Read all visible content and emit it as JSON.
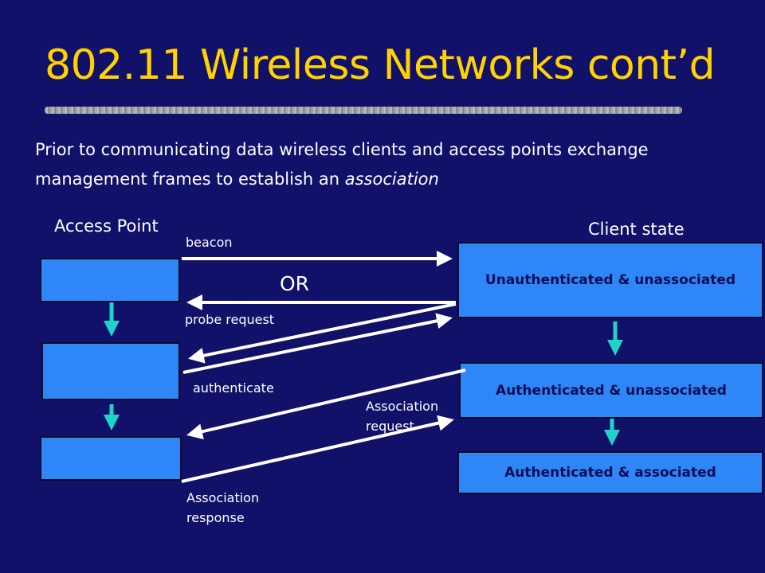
{
  "title": "802.11 Wireless Networks cont’d",
  "intro": {
    "line1": "Prior to communicating data wireless clients and access points exchange",
    "line2_prefix": "management frames to establish an ",
    "line2_emphasis": "association"
  },
  "access_point_heading": "Access Point",
  "client_state_heading": "Client state",
  "messages": {
    "beacon": "beacon",
    "or": "OR",
    "probe_request": "probe request",
    "authenticate": "authenticate",
    "association_request_line1": "Association",
    "association_request_line2": "request",
    "association_response_line1": "Association",
    "association_response_line2": "response"
  },
  "client_states": [
    "Unauthenticated & unassociated",
    "Authenticated & unassociated",
    "Authenticated & associated"
  ],
  "colors": {
    "background": "#11116a",
    "title": "#ffd200",
    "box_fill": "#2f86f6",
    "box_text": "#0d0d55",
    "down_arrow": "#1fd3c8",
    "message_arrow": "#ffffff"
  }
}
